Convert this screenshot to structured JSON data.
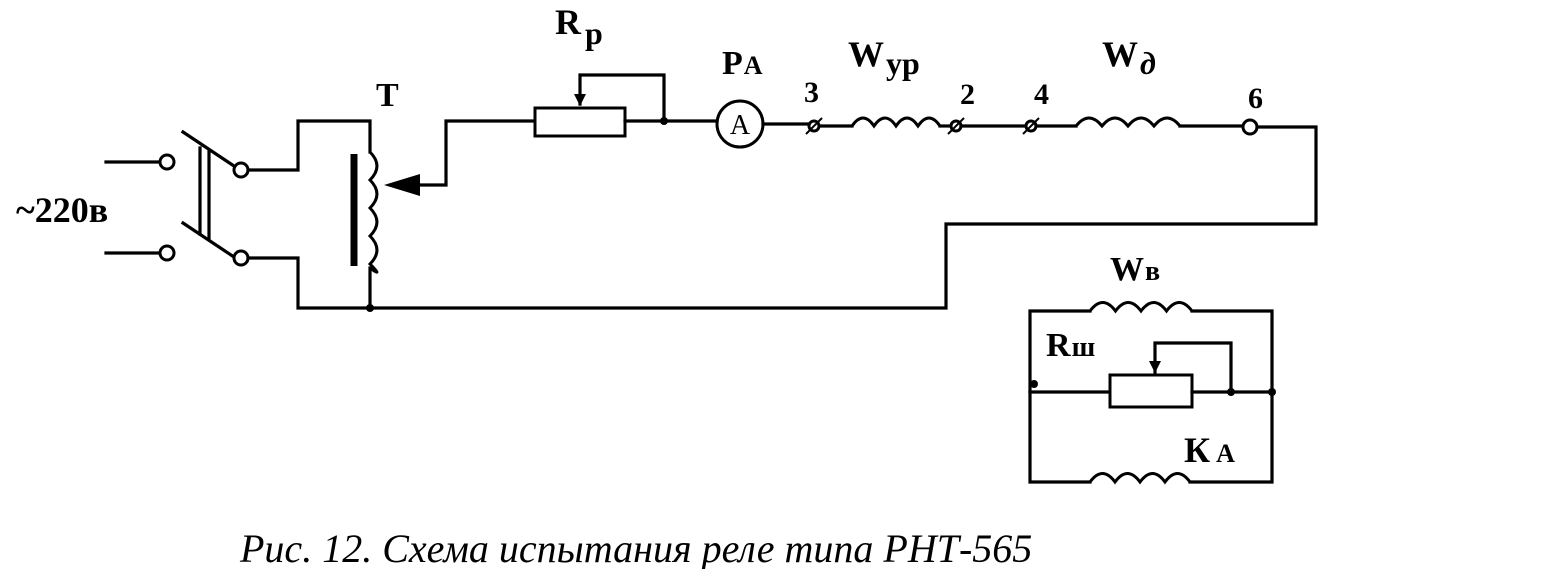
{
  "labels": {
    "supply": "~220в",
    "transformer": "T",
    "rheostat": "R",
    "rheostat_sub": "р",
    "ammeter": "P",
    "ammeter_sub": "А",
    "ammeter_symbol": "A",
    "working_winding": "W",
    "working_winding_sub": "ур",
    "diff_winding": "W",
    "diff_winding_sub": "д",
    "secondary_winding": "W",
    "secondary_winding_sub": "в",
    "shunt_resistor": "R",
    "shunt_resistor_sub": "ш",
    "relay": "К",
    "relay_sub": "А",
    "terminal_3": "3",
    "terminal_2": "2",
    "terminal_4": "4",
    "terminal_6": "6"
  },
  "caption": "Рис. 12. Схема испытания реле типа РНТ-565"
}
